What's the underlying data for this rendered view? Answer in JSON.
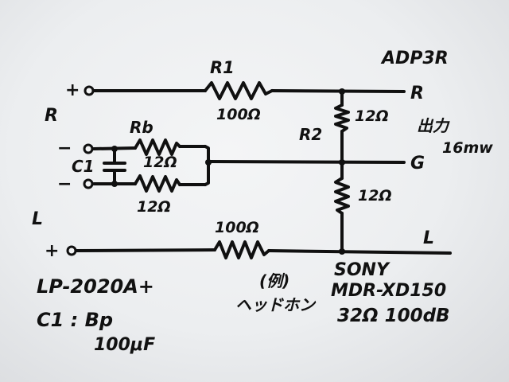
{
  "labels": {
    "model": "ADP3R",
    "r1": "R1",
    "r1_value": "100Ω",
    "rb": "Rb",
    "rb_value_top": "12Ω",
    "rb_value_bottom": "12Ω",
    "c1": "C1",
    "r2": "R2",
    "r2_value": "12Ω",
    "rg_value": "12Ω",
    "rl_value": "100Ω",
    "in_r": "R",
    "in_l": "L",
    "plus_r": "+",
    "plus_l": "+",
    "minus_top": "−",
    "minus_bottom": "−",
    "out_r": "R",
    "out_g": "G",
    "out_l": "L",
    "output_label": "出力",
    "output_power": "16mw",
    "source": "LP-2020A+",
    "c1_spec": "C1 : Bp",
    "c1_value": "100μF",
    "example": "(例)",
    "headphone": "ヘッドホン",
    "hp_brand": "SONY",
    "hp_model": "MDR-XD150",
    "hp_spec": "32Ω 100dB"
  }
}
